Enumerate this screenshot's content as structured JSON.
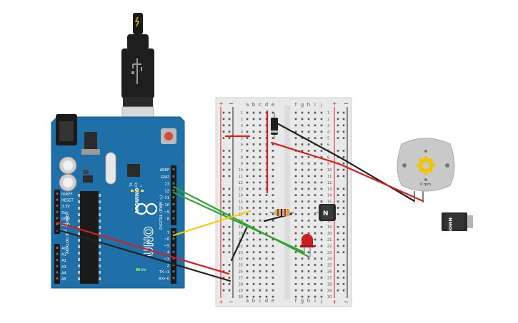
{
  "colors": {
    "arduino_board": "#1f6fa8",
    "breadboard": "#e9e9e9",
    "wire_red": "#d91e1e",
    "wire_black": "#222222",
    "wire_green": "#2fa52f",
    "wire_yellow": "#f0d000",
    "led_red": "#c81f1f",
    "motor_body": "#c9c9c9",
    "motor_gear": "#f0c400"
  },
  "arduino": {
    "brand": "ARDUINO",
    "model": "UNO",
    "power_labels": [
      "IOREF",
      "RESET",
      "3.3V",
      "5V",
      "GND",
      "GND",
      "Vin"
    ],
    "power_group": "POWER",
    "analog_labels": [
      "A0",
      "A1",
      "A2",
      "A3",
      "A4",
      "A5"
    ],
    "analog_group": "ANALOG IN",
    "digital_top_labels": [
      "AREF",
      "GND",
      "13",
      "12",
      "~11",
      "~10",
      "~9",
      "8"
    ],
    "digital_bottom_labels": [
      "7",
      "~6",
      "~5",
      "4",
      "~3",
      "2",
      "TX→1",
      "RX←0"
    ],
    "digital_group": "DIGITAL (PWM ~)",
    "led_labels": [
      "TX",
      "RX",
      "L"
    ],
    "on_label": "ON"
  },
  "breadboard": {
    "columns_left": [
      "a",
      "b",
      "c",
      "d",
      "e"
    ],
    "columns_right": [
      "f",
      "g",
      "h",
      "i",
      "j"
    ],
    "rows": [
      "1",
      "2",
      "3",
      "4",
      "5",
      "6",
      "7",
      "8",
      "9",
      "10",
      "11",
      "12",
      "13",
      "14",
      "15",
      "16",
      "17",
      "18",
      "19",
      "20",
      "21",
      "22",
      "23",
      "24",
      "25",
      "26",
      "27",
      "28",
      "29",
      "30"
    ],
    "rail_plus": "+",
    "rail_minus": "−"
  },
  "motor": {
    "rpm_label": "0 rpm"
  },
  "transistor": {
    "label": "NMOS"
  },
  "transistor_on_board": {
    "label": "N"
  }
}
